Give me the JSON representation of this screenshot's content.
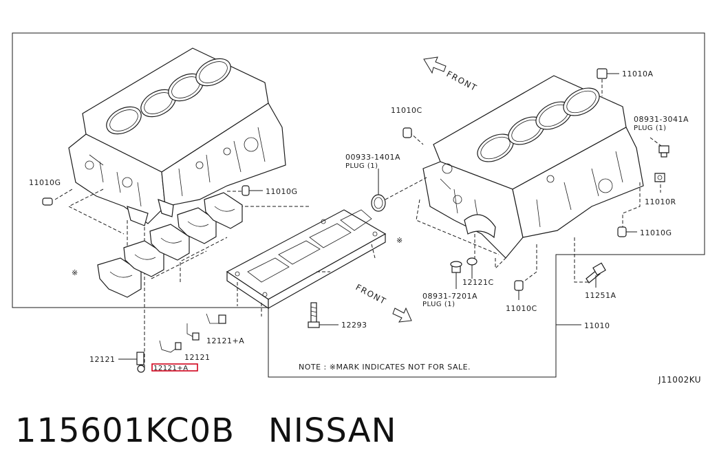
{
  "labels": {
    "p11010A": "11010A",
    "p11010C_top": "11010C",
    "p08931_3041A": "08931-3041A",
    "plug1_a": "PLUG (1)",
    "p00933_1401A": "00933-1401A",
    "plug1_b": "PLUG (1)",
    "p11010G_left": "11010G",
    "p11010G_mid": "11010G",
    "p11010R": "11010R",
    "p11010G_right": "11010G",
    "p12121C": "12121C",
    "p08931_7201A": "08931-7201A",
    "plug1_c": "PLUG (1)",
    "p11010C_bot": "11010C",
    "p11251A": "11251A",
    "p12293": "12293",
    "p11010": "11010",
    "p12121_left": "12121",
    "p12121A_highlight": "12121+A",
    "p12121_mid": "12121",
    "p12121A_right": "12121+A",
    "not_for_sale_left": "※",
    "not_for_sale_right": "※"
  },
  "front_markers": [
    "FRONT",
    "FRONT"
  ],
  "note": "NOTE : ※MARK INDICATES NOT FOR SALE.",
  "diagram_code": "J11002KU",
  "footer": {
    "part_number": "115601KC0B",
    "brand": "NISSAN"
  },
  "colors": {
    "line": "#1a1a1a",
    "highlight": "#d0021b",
    "background": "#ffffff"
  }
}
